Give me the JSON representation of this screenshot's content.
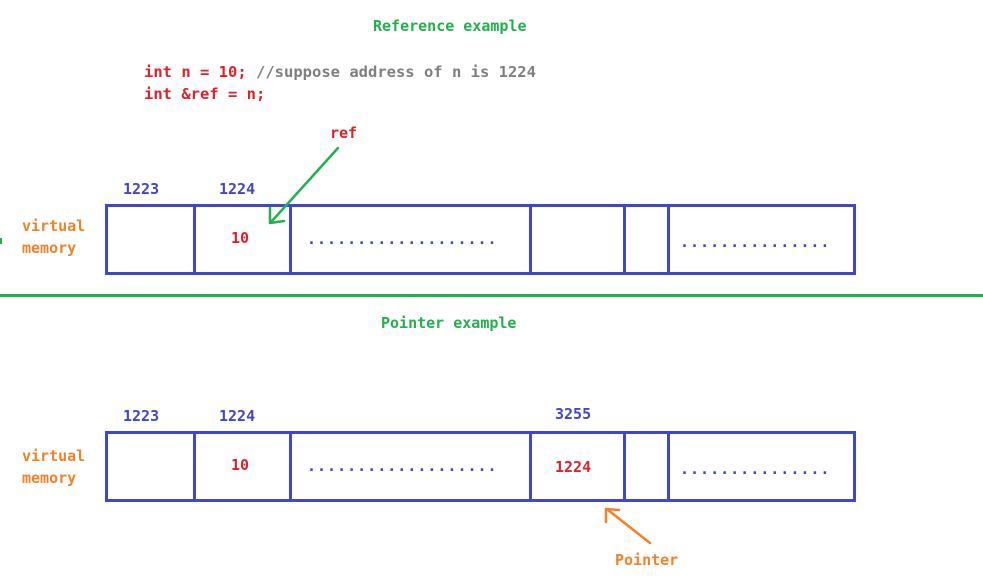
{
  "reference": {
    "title": "Reference example",
    "code_line1_code": "int n = 10;",
    "code_line1_comment": "//suppose address of n is 1224",
    "code_line2": "int &ref = n;",
    "ref_label": "ref",
    "addr_1": "1223",
    "addr_2": "1224",
    "memory_label_1": "virtual",
    "memory_label_2": "memory",
    "cell_value": "10",
    "dots_1": "...................",
    "dots_2": "..............."
  },
  "pointer": {
    "title": "Pointer example",
    "addr_1": "1223",
    "addr_2": "1224",
    "addr_3": "3255",
    "memory_label_1": "virtual",
    "memory_label_2": "memory",
    "cell_value": "10",
    "pointer_value": "1224",
    "pointer_label": "Pointer",
    "dots_1": "...................",
    "dots_2": "..............."
  },
  "colors": {
    "title": "#22b14c",
    "code": "#e0202a",
    "comment": "#7f7f7f",
    "address": "#3f48cc",
    "memory_label": "#f08228",
    "divider": "#22b14c"
  }
}
